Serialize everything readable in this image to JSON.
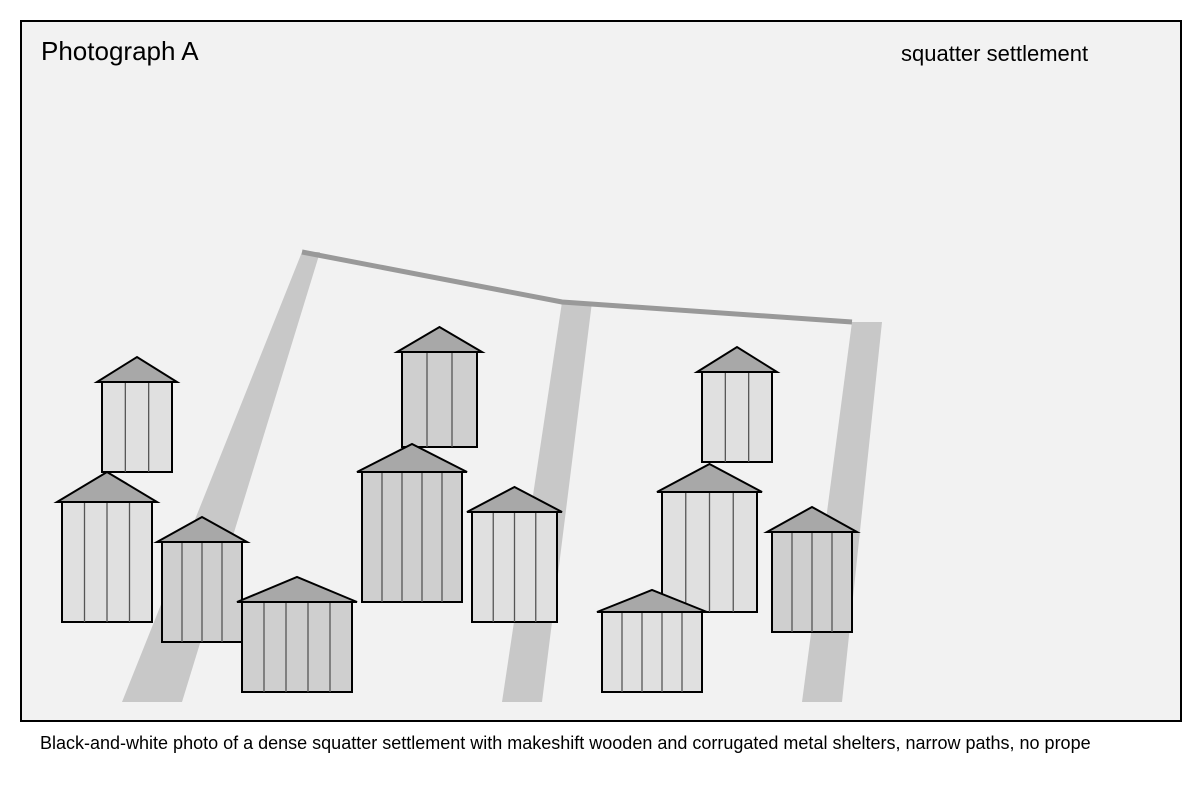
{
  "photo": {
    "title": "Photograph A",
    "label": "squatter settlement"
  },
  "caption": "Black-and-white photo of a dense squatter settlement with makeshift wooden and corrugated metal shelters, narrow paths, no prope",
  "colors": {
    "background": "#f2f2f2",
    "path": "#c8c8c8",
    "wire": "#999999",
    "roof": "#a8a8a8",
    "wall_light": "#e0e0e0",
    "wall_dark": "#cfcfcf",
    "outline": "#000000",
    "plank": "#555555"
  }
}
